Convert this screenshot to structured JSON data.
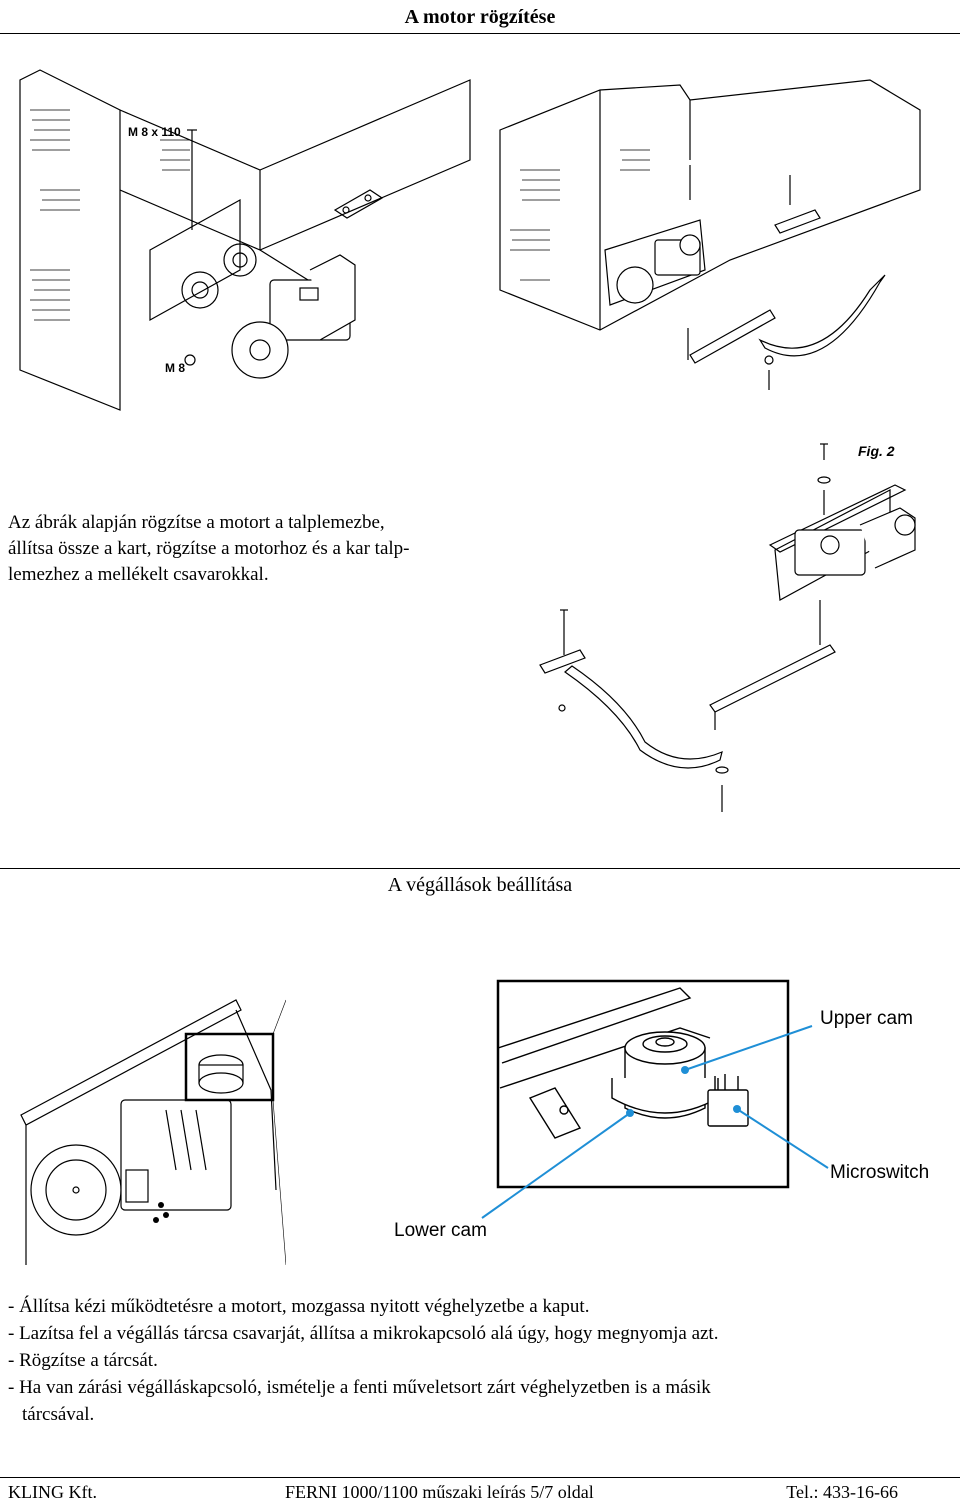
{
  "page": {
    "title": "A motor rögzítése",
    "intro_lines": [
      "Az ábrák alapján rögzítse a motort a talplemezbe,",
      "állítsa össze a kart, rögzítse a motorhoz és a kar talp-",
      "lemezhez a mellékelt csavarokkal."
    ],
    "section2_title": "A végállások beállítása",
    "steps": [
      "- Állítsa kézi működtetésre a motort, mozgassa nyitott véghelyzetbe a kaput.",
      "- Lazítsa fel a végállás tárcsa csavarját, állítsa a mikrokapcsoló alá úgy, hogy megnyomja azt.",
      "- Rögzítse a tárcsát.",
      "- Ha van zárási végálláskapcsoló, ismételje a fenti műveletsort zárt véghelyzetben is a másik",
      "tárcsával."
    ]
  },
  "figures": {
    "fig1": {
      "bolt_label": "M 8 x 110",
      "nut_label": "M 8"
    },
    "fig2": {
      "caption": "Fig. 2"
    },
    "cam_detail": {
      "upper_cam": "Upper cam",
      "microswitch": "Microswitch",
      "lower_cam": "Lower cam"
    }
  },
  "colors": {
    "callout": "#1f8fd6",
    "ink": "#000000"
  },
  "footer": {
    "company": "KLING Kft.",
    "doc": "FERNI 1000/1100 műszaki leírás 5/7 oldal",
    "phone": "Tel.: 433-16-66"
  }
}
